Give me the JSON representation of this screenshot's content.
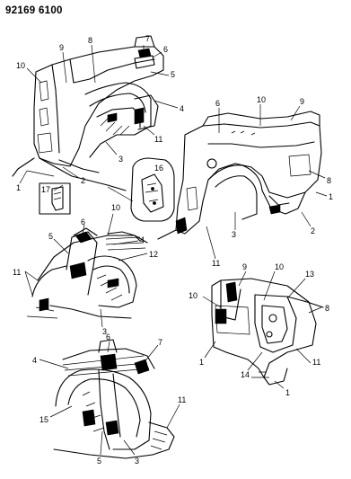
{
  "header": {
    "code": "92169 6100"
  },
  "callouts": {
    "tl_10": "10",
    "tl_9": "9",
    "tl_8": "8",
    "tl_7": "7",
    "tl_6": "6",
    "tl_5": "5",
    "tl_4": "4",
    "tl_11": "11",
    "tl_3": "3",
    "tl_2": "2",
    "tl_1": "1",
    "tl_17": "17",
    "inset_16": "16",
    "tr_6": "6",
    "tr_10": "10",
    "tr_9": "9",
    "tr_8": "8",
    "tr_1": "1",
    "tr_2": "2",
    "tr_3": "3",
    "tr_11": "11",
    "ml_6": "6",
    "ml_10": "10",
    "ml_5": "5",
    "ml_4": "4",
    "ml_12": "12",
    "ml_11": "11",
    "ml_3": "3",
    "mr_9": "9",
    "mr_10a": "10",
    "mr_13": "13",
    "mr_10b": "10",
    "mr_8": "8",
    "mr_1a": "1",
    "mr_14": "14",
    "mr_11": "11",
    "mr_1b": "1",
    "bl_6": "6",
    "bl_7": "7",
    "bl_4": "4",
    "bl_11": "11",
    "bl_15": "15",
    "bl_5": "5",
    "bl_3": "3"
  }
}
